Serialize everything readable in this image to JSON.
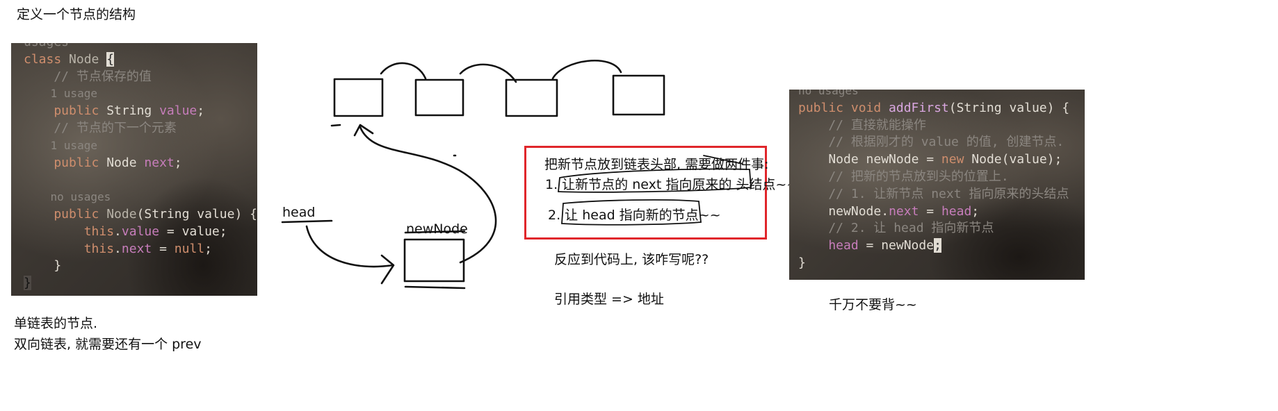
{
  "top_title": "定义一个节点的结构",
  "left_code": {
    "lines": [
      {
        "parts": [
          {
            "t": "usages",
            "c": "cm"
          }
        ]
      },
      {
        "parts": [
          {
            "t": "class ",
            "c": "kw"
          },
          {
            "t": "Node ",
            "c": "fn"
          },
          {
            "t": "{",
            "c": "caret"
          }
        ]
      },
      {
        "parts": [
          {
            "t": "    // 节点保存的值",
            "c": "cm"
          }
        ]
      },
      {
        "parts": [
          {
            "t": "    1 usage",
            "c": "us"
          }
        ]
      },
      {
        "parts": [
          {
            "t": "    public ",
            "c": "kw"
          },
          {
            "t": "String ",
            "c": "tx"
          },
          {
            "t": "value",
            "c": "fld"
          },
          {
            "t": ";",
            "c": "tx"
          }
        ]
      },
      {
        "parts": [
          {
            "t": "    // 节点的下一个元素",
            "c": "cm"
          }
        ]
      },
      {
        "parts": [
          {
            "t": "    1 usage",
            "c": "us"
          }
        ]
      },
      {
        "parts": [
          {
            "t": "    public ",
            "c": "kw"
          },
          {
            "t": "Node ",
            "c": "tx"
          },
          {
            "t": "next",
            "c": "fld"
          },
          {
            "t": ";",
            "c": "tx"
          }
        ]
      },
      {
        "parts": [
          {
            "t": "",
            "c": "tx"
          }
        ]
      },
      {
        "parts": [
          {
            "t": "    no usages",
            "c": "us"
          }
        ]
      },
      {
        "parts": [
          {
            "t": "    public ",
            "c": "kw"
          },
          {
            "t": "Node",
            "c": "fn"
          },
          {
            "t": "(String value) {",
            "c": "tx"
          }
        ]
      },
      {
        "parts": [
          {
            "t": "        this",
            "c": "kw"
          },
          {
            "t": ".",
            "c": "tx"
          },
          {
            "t": "value",
            "c": "fld"
          },
          {
            "t": " = value;",
            "c": "tx"
          }
        ]
      },
      {
        "parts": [
          {
            "t": "        this",
            "c": "kw"
          },
          {
            "t": ".",
            "c": "tx"
          },
          {
            "t": "next",
            "c": "fld"
          },
          {
            "t": " = ",
            "c": "tx"
          },
          {
            "t": "null",
            "c": "kw"
          },
          {
            "t": ";",
            "c": "tx"
          }
        ]
      },
      {
        "parts": [
          {
            "t": "    }",
            "c": "tx"
          }
        ]
      },
      {
        "parts": [
          {
            "t": "}",
            "c": "hl"
          }
        ]
      }
    ]
  },
  "left_notes": [
    "单链表的节点.",
    "双向链表, 就需要还有一个 prev"
  ],
  "diagram": {
    "head_label": "head",
    "newnode_label": "newNode"
  },
  "red_box": {
    "title": "把新节点放到链表头部, 需要做两件事:",
    "items": [
      "1. 让新节点的 next 指向原来的 头结点~~",
      "2. 让 head 指向新的节点~~"
    ]
  },
  "mid_notes": [
    "反应到代码上, 该咋写呢??",
    "引用类型 => 地址"
  ],
  "right_code": {
    "lines": [
      {
        "parts": [
          {
            "t": "no usages",
            "c": "us"
          }
        ]
      },
      {
        "parts": [
          {
            "t": "public void ",
            "c": "kw"
          },
          {
            "t": "addFirst",
            "c": "fnpink"
          },
          {
            "t": "(String value) {",
            "c": "tx"
          }
        ]
      },
      {
        "parts": [
          {
            "t": "    // 直接就能操作",
            "c": "cm"
          }
        ]
      },
      {
        "parts": [
          {
            "t": "    // 根据刚才的 value 的值, 创建节点.",
            "c": "cm"
          }
        ]
      },
      {
        "parts": [
          {
            "t": "    Node ",
            "c": "tx"
          },
          {
            "t": "newNode",
            "c": "tx"
          },
          {
            "t": " = ",
            "c": "tx"
          },
          {
            "t": "new ",
            "c": "kw"
          },
          {
            "t": "Node(value);",
            "c": "tx"
          }
        ]
      },
      {
        "parts": [
          {
            "t": "    // 把新的节点放到头的位置上.",
            "c": "cm"
          }
        ]
      },
      {
        "parts": [
          {
            "t": "    // 1. 让新节点 next 指向原来的头结点",
            "c": "cm"
          }
        ]
      },
      {
        "parts": [
          {
            "t": "    newNode",
            "c": "tx"
          },
          {
            "t": ".",
            "c": "tx"
          },
          {
            "t": "next",
            "c": "fld"
          },
          {
            "t": " = ",
            "c": "tx"
          },
          {
            "t": "head",
            "c": "fld"
          },
          {
            "t": ";",
            "c": "tx"
          }
        ]
      },
      {
        "parts": [
          {
            "t": "    // 2. 让 head 指向新节点",
            "c": "cm"
          }
        ]
      },
      {
        "parts": [
          {
            "t": "    head",
            "c": "fld"
          },
          {
            "t": " = newNode",
            "c": "tx"
          },
          {
            "t": ";",
            "c": "caret"
          }
        ]
      },
      {
        "parts": [
          {
            "t": "}",
            "c": "tx"
          }
        ]
      }
    ]
  },
  "right_note": "千万不要背~~"
}
